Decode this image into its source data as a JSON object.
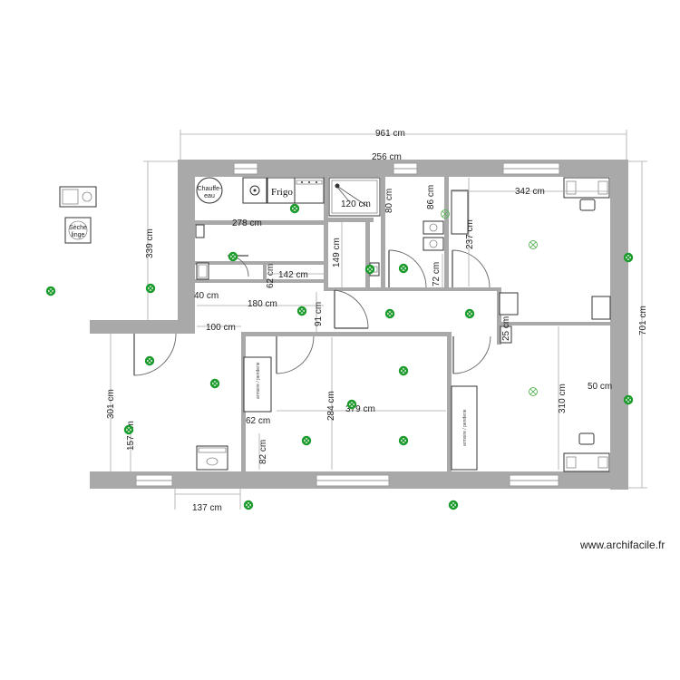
{
  "plan": {
    "watermark": "www.archifacile.fr",
    "dimensions": {
      "d961": "961 cm",
      "d256": "256 cm",
      "d342": "342 cm",
      "d339": "339 cm",
      "d278": "278 cm",
      "d120": "120 cm",
      "d80": "80 cm",
      "d86": "86 cm",
      "d237": "237 cm",
      "d149": "149 cm",
      "d62a": "62 cm",
      "d142": "142 cm",
      "d72": "72 cm",
      "d40": "40 cm",
      "d180": "180 cm",
      "d91": "91 cm",
      "d100": "100 cm",
      "d25": "25 cm",
      "d701": "701 cm",
      "d301": "301 cm",
      "d157": "157 cm",
      "d62b": "62 cm",
      "d82": "82 cm",
      "d284": "284 cm",
      "d379": "379 cm",
      "d310": "310 cm",
      "d50": "50 cm",
      "d137": "137 cm"
    },
    "labels": {
      "chauffe_eau": [
        "Chauffe-",
        "eau"
      ],
      "frigo": "Frigo",
      "seche_linge": [
        "Sèche",
        "linge"
      ],
      "wardrobe": "armoire / penderie"
    },
    "colors": {
      "wall": "#a9a9a9",
      "outlet": "#1a9a2a",
      "fixture": "#5ab35a"
    },
    "icons": {
      "outlet": "green-crossed-circle",
      "light_fixture": "light-fixture-crossed-circle",
      "sink": "sink-icon",
      "stove": "stove-icon",
      "washer": "washing-machine-icon",
      "shower": "shower-tray-icon",
      "bed": "bed-icon",
      "toilet": "toilet-icon"
    }
  }
}
